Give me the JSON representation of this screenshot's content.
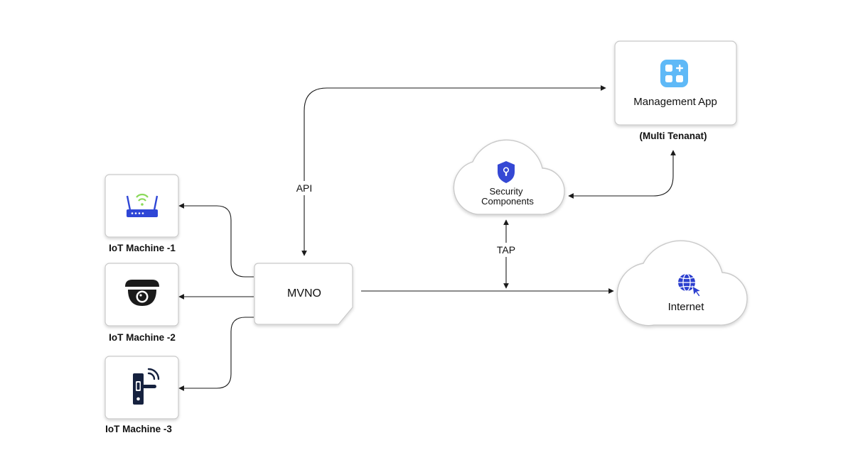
{
  "nodes": {
    "iot1": {
      "label": "IoT Machine -1",
      "icon": "wifi-router-icon"
    },
    "iot2": {
      "label": "IoT Machine -2",
      "icon": "security-camera-icon"
    },
    "iot3": {
      "label": "IoT Machine -3",
      "icon": "smart-door-lock-icon"
    },
    "mvno": {
      "label": "MVNO",
      "shape": "sim-card"
    },
    "management": {
      "label": "Management App",
      "caption": "(Multi Tenanat)",
      "icon": "app-grid-icon"
    },
    "security": {
      "label_line1": "Security",
      "label_line2": "Components",
      "icon": "shield-lock-icon"
    },
    "internet": {
      "label": "Internet",
      "icon": "globe-cursor-icon"
    }
  },
  "edges": {
    "api": {
      "label": "API"
    },
    "tap": {
      "label": "TAP"
    }
  },
  "colors": {
    "router_blue": "#2f47d6",
    "router_wifi_green": "#8bd95a",
    "camera_dark": "#1b1b1b",
    "lock_navy": "#16223f",
    "app_icon_blue": "#5fb9f7",
    "shield_blue": "#3548d4",
    "globe_blue": "#2c3fcf",
    "box_border": "#c9c9c9",
    "line": "#1a1a1a"
  }
}
